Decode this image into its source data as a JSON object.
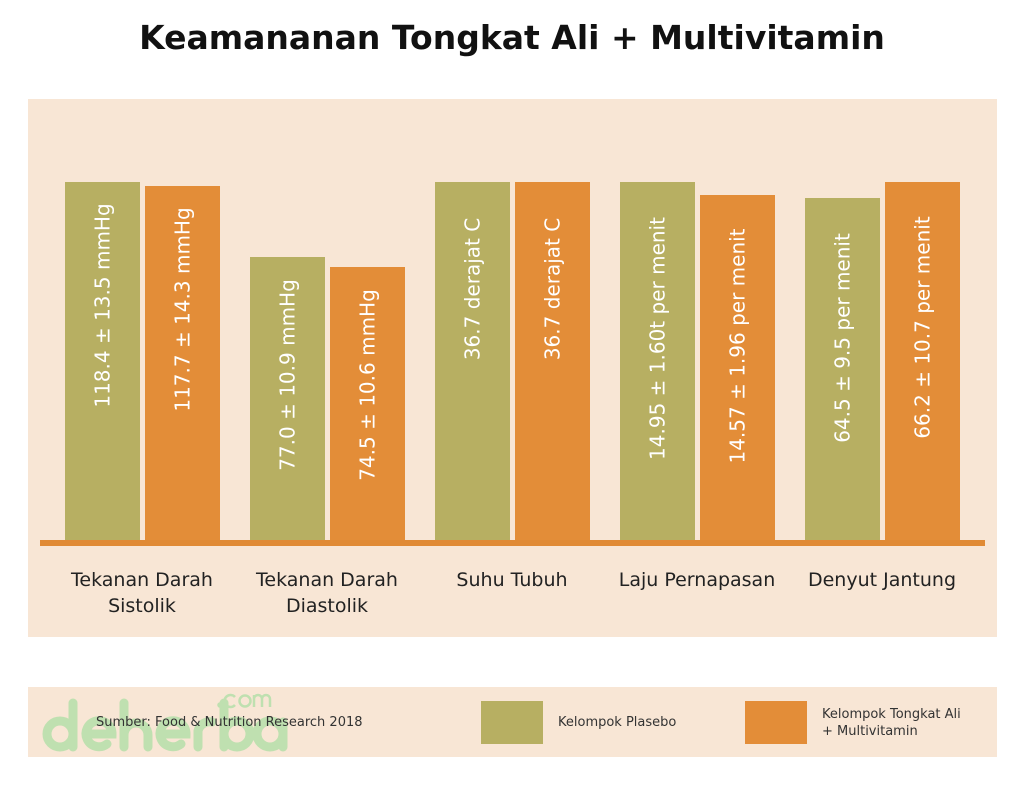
{
  "chart_data": {
    "type": "bar",
    "title": "Keamananan Tongkat Ali + Multivitamin",
    "categories": [
      "Tekanan Darah Sistolik",
      "Tekanan Darah Diastolik",
      "Suhu Tubuh",
      "Laju Pernapasan",
      "Denyut Jantung"
    ],
    "category_lines": [
      [
        "Tekanan Darah",
        "Sistolik"
      ],
      [
        "Tekanan Darah",
        "Diastolik"
      ],
      [
        "Suhu Tubuh"
      ],
      [
        "Laju Pernapasan"
      ],
      [
        "Denyut Jantung"
      ]
    ],
    "series": [
      {
        "name": "Kelompok Plasebo",
        "color": "#b7af62",
        "values": [
          118.4,
          77.0,
          36.7,
          14.95,
          64.5
        ],
        "labels": [
          "118.4 ± 13.5 mmHg",
          "77.0 ± 10.9 mmHg",
          "36.7 derajat C",
          "14.95 ± 1.60t per menit",
          "64.5 ± 9.5 per menit"
        ]
      },
      {
        "name": "Kelompok Tongkat Ali + Multivitamin",
        "color": "#e38d38",
        "values": [
          117.7,
          74.5,
          36.7,
          14.57,
          66.2
        ],
        "labels": [
          "117.7 ± 14.3 mmHg",
          "74.5 ± 10.6 mmHg",
          "36.7 derajat C",
          "14.57 ± 1.96 per menit",
          "66.2 ± 10.7 per menit"
        ]
      }
    ],
    "legend_position": "bottom"
  },
  "legend": {
    "source": "Sumber: Food & Nutrition Research 2018",
    "placebo": "Kelompok Plasebo",
    "treatment_line1": "Kelompok Tongkat Ali",
    "treatment_line2": "+ Multivitamin"
  },
  "watermark": {
    "text": "deherba",
    "suffix": ".com"
  }
}
